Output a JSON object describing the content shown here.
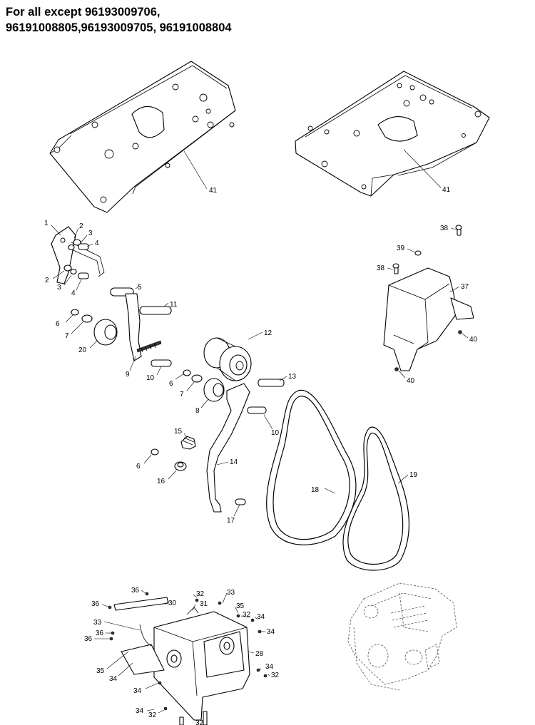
{
  "header": {
    "line1": "For all except 96193009706,",
    "line2": "96191008805,96193009705, 96191008804"
  },
  "callouts": {
    "c1": "1",
    "c2a": "2",
    "c3a": "3",
    "c4a": "4",
    "c2b": "2",
    "c3b": "3",
    "c4b": "4",
    "c5": "5",
    "c6a": "6",
    "c7a": "7",
    "c20": "20",
    "c9": "9",
    "c11": "11",
    "c10a": "10",
    "c12": "12",
    "c6b": "6",
    "c7b": "7",
    "c8": "8",
    "c13": "13",
    "c10b": "10",
    "c15": "15",
    "c6c": "6",
    "c16": "16",
    "c14": "14",
    "c17": "17",
    "c18": "18",
    "c19": "19",
    "c41a": "41",
    "c41b": "41",
    "c38a": "38",
    "c39": "39",
    "c38b": "38",
    "c37": "37",
    "c40a": "40",
    "c40b": "40",
    "c36a": "36",
    "c36b": "36",
    "c36c": "36",
    "c36d": "36",
    "c33a": "33",
    "c33b": "33",
    "c30": "30",
    "c32a": "32",
    "c31": "31",
    "c35a": "35",
    "c32b": "32",
    "c34a": "34",
    "c34b": "34",
    "c28": "28",
    "c35b": "35",
    "c34c": "34",
    "c34d": "34",
    "c34e": "34",
    "c32c": "32",
    "c34f": "34",
    "c32d": "32",
    "c32e": "32"
  }
}
